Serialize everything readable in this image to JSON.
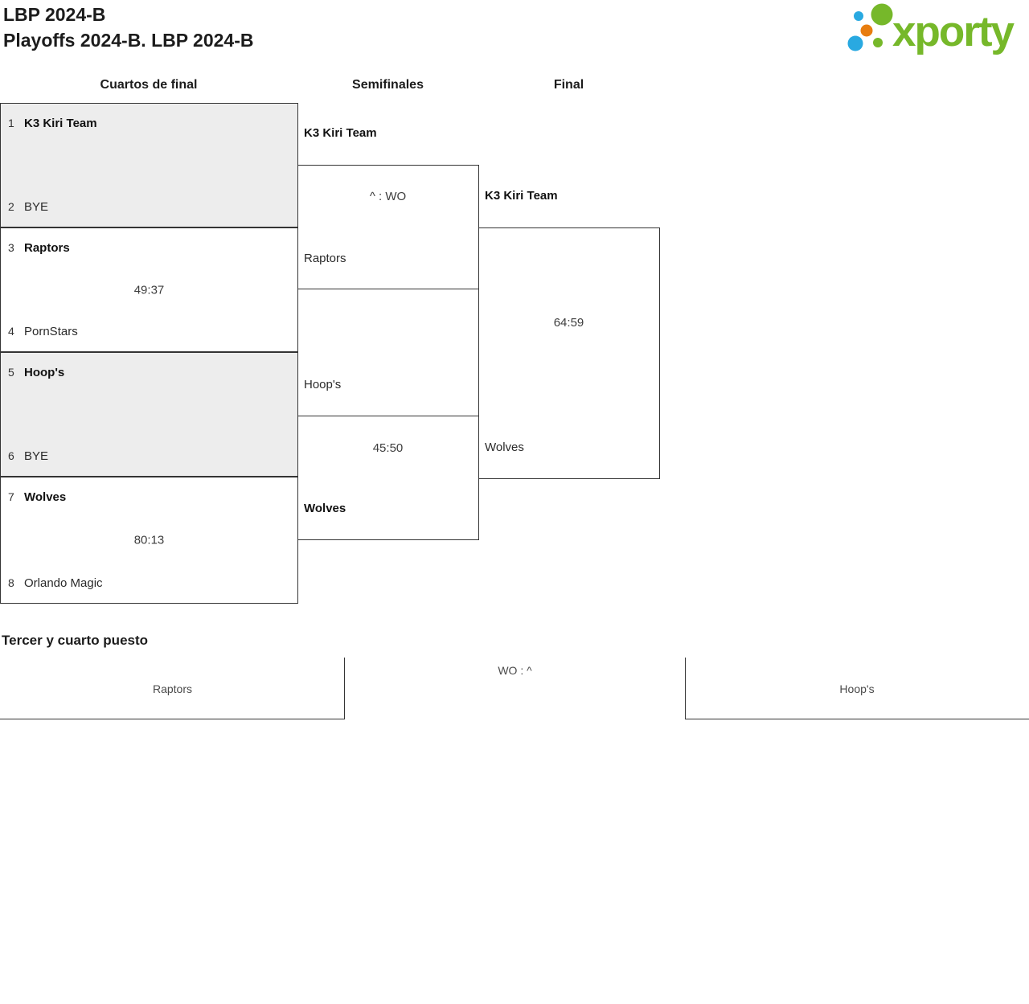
{
  "page": {
    "title_line1": "LBP 2024-B",
    "title_line2": "Playoffs 2024-B. LBP 2024-B"
  },
  "logo": {
    "text": "xporty",
    "colors": {
      "green": "#76b82a",
      "blue": "#29a9e1",
      "orange": "#e87d10"
    }
  },
  "bracket": {
    "round_headers": [
      {
        "label": "Cuartos de final"
      },
      {
        "label": "Semifinales"
      },
      {
        "label": "Final"
      }
    ],
    "quarterfinals": [
      {
        "seed1": "1",
        "team1": "K3 Kiri Team",
        "score": "",
        "seed2": "2",
        "team2": "BYE"
      },
      {
        "seed1": "3",
        "team1": "Raptors",
        "score": "49:37",
        "seed2": "4",
        "team2": "PornStars"
      },
      {
        "seed1": "5",
        "team1": "Hoop's",
        "score": "",
        "seed2": "6",
        "team2": "BYE"
      },
      {
        "seed1": "7",
        "team1": "Wolves",
        "score": "80:13",
        "seed2": "8",
        "team2": "Orlando Magic"
      }
    ],
    "semifinals": [
      {
        "team1": "K3 Kiri Team",
        "score": "^ : WO",
        "team2": "Raptors"
      },
      {
        "team1": "Hoop's",
        "score": "45:50",
        "team2": "Wolves"
      }
    ],
    "final": {
      "team1": "K3 Kiri Team",
      "score": "64:59",
      "team2": "Wolves"
    }
  },
  "third_place": {
    "heading": "Tercer y cuarto puesto",
    "team1": "Raptors",
    "score": "WO : ^",
    "team2": "Hoop's"
  },
  "theme": {
    "bye_box_fill": "#ededed",
    "line_color": "#343434"
  }
}
